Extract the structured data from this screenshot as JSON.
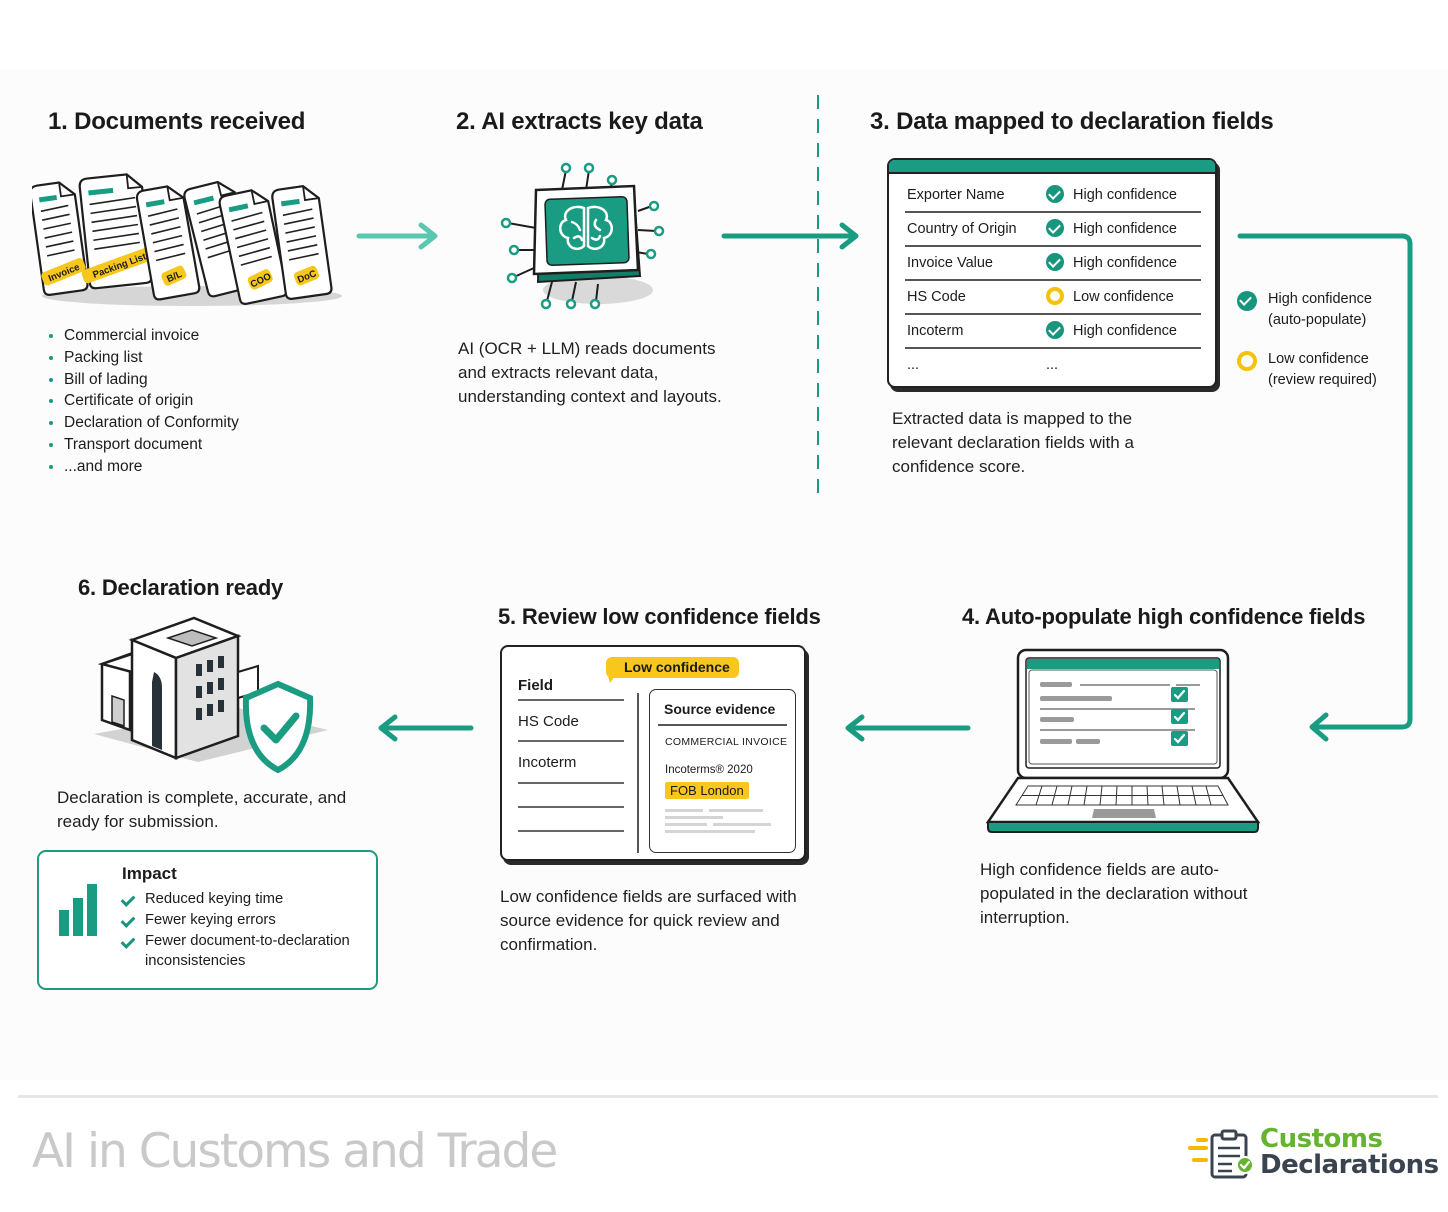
{
  "colors": {
    "accent": "#1a9c82",
    "warning": "#f7c71d",
    "text": "#1a1a1a",
    "logo_green": "#66b32e",
    "logo_dark": "#3a4451",
    "footer_title": "#c9c9c9"
  },
  "steps": {
    "step1": {
      "title": "1. Documents received",
      "doc_tags": [
        "Invoice",
        "Packing List",
        "B/L",
        "COO",
        "DoC"
      ],
      "items": [
        "Commercial invoice",
        "Packing list",
        "Bill of lading",
        "Certificate of origin",
        "Declaration of Conformity",
        "Transport document",
        "...and more"
      ]
    },
    "step2": {
      "title": "2. AI extracts key data",
      "icon": "ai-chip-brain-icon",
      "description": "AI (OCR + LLM) reads documents and extracts relevant data, understanding context and layouts."
    },
    "step3": {
      "title": "3. Data mapped to declaration fields",
      "rows": [
        {
          "field": "Exporter Name",
          "confidence": "High confidence",
          "level": "high"
        },
        {
          "field": "Country of Origin",
          "confidence": "High confidence",
          "level": "high"
        },
        {
          "field": "Invoice Value",
          "confidence": "High confidence",
          "level": "high"
        },
        {
          "field": "HS Code",
          "confidence": "Low confidence",
          "level": "low"
        },
        {
          "field": "Incoterm",
          "confidence": "High confidence",
          "level": "high"
        },
        {
          "field": "...",
          "confidence": "...",
          "level": "none"
        }
      ],
      "description": "Extracted data is mapped to the relevant declaration fields with a confidence score.",
      "legend": [
        {
          "label": "High confidence",
          "sub": "(auto-populate)",
          "level": "high"
        },
        {
          "label": "Low confidence",
          "sub": "(review required)",
          "level": "low"
        }
      ]
    },
    "step4": {
      "title": "4. Auto-populate high confidence fields",
      "icon": "laptop-icon",
      "description": "High confidence fields are auto-populated in the declaration without interruption."
    },
    "step5": {
      "title": "5. Review low confidence fields",
      "badge": "Low confidence",
      "field_header": "Field",
      "fields": [
        "HS Code",
        "Incoterm"
      ],
      "source_title": "Source evidence",
      "source_doc": "COMMERCIAL INVOICE",
      "source_line": "Incoterms® 2020",
      "source_highlight": "FOB London",
      "description": "Low confidence fields are surfaced with source evidence for quick review and confirmation."
    },
    "step6": {
      "title": "6. Declaration ready",
      "icon": "building-shield-icon",
      "description": "Declaration is complete, accurate, and ready for submission.",
      "impact": {
        "title": "Impact",
        "items": [
          "Reduced keying time",
          "Fewer keying errors",
          "Fewer document-to-declaration inconsistencies"
        ]
      }
    }
  },
  "footer": {
    "title": "AI in Customs and Trade",
    "logo_line1": "Customs",
    "logo_line2": "Declarations"
  }
}
